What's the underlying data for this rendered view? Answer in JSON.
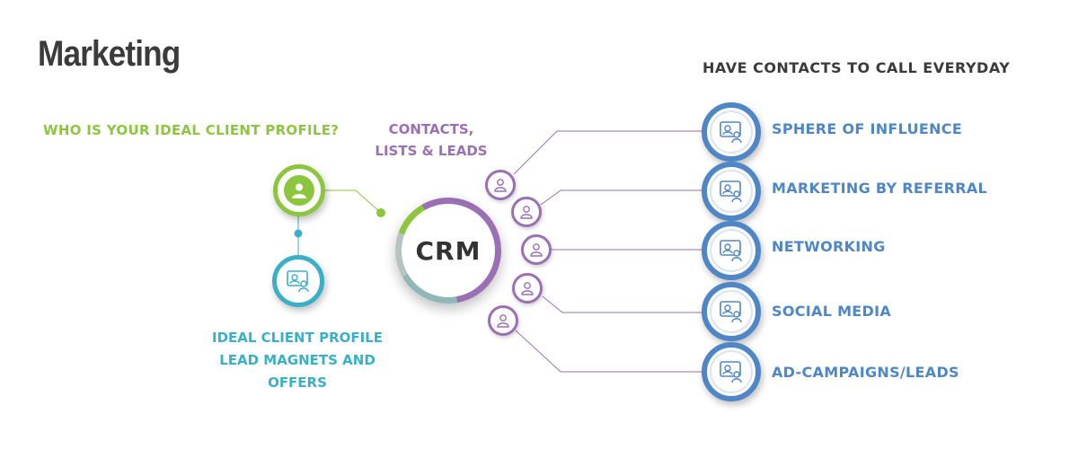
{
  "title": "Marketing",
  "header_right": "Have contacts to call everyday",
  "ideal_question": "Who is your ideal client profile?",
  "contacts_label": "Contacts, Lists & Leads",
  "crm_label": "CRM",
  "icp_label": "Ideal Client Profile Lead Magnets and Offers",
  "right_items": [
    {
      "label": "Sphere of Influence",
      "icon": "contact-card-icon"
    },
    {
      "label": "Marketing by referral",
      "icon": "contact-card-icon"
    },
    {
      "label": "Networking",
      "icon": "contact-card-icon"
    },
    {
      "label": "Social Media",
      "icon": "contact-card-icon"
    },
    {
      "label": "Ad-Campaigns/Leads",
      "icon": "contact-card-icon"
    }
  ],
  "colors": {
    "green": "#8cc63f",
    "teal": "#3ab0c8",
    "purple": "#9b6fb3",
    "blue": "#4f87c6",
    "dark": "#3b3b3b"
  }
}
